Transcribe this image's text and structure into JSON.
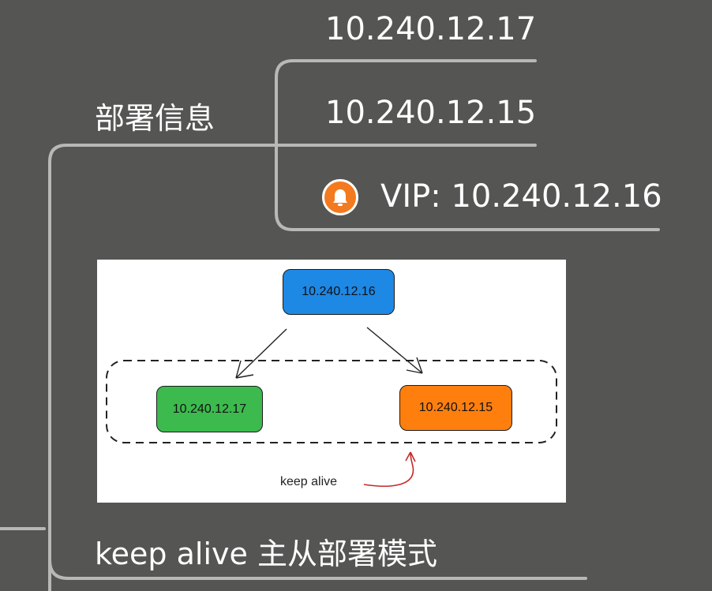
{
  "topic": {
    "label": "部署信息",
    "children": [
      {
        "text": "10.240.12.17"
      },
      {
        "text": "10.240.12.15"
      },
      {
        "text": "VIP: 10.240.12.16",
        "icon": "bell-icon",
        "icon_color": "#f47a20"
      }
    ]
  },
  "image": {
    "vip_node": "10.240.12.16",
    "master_node": "10.240.12.17",
    "backup_node": "10.240.12.15",
    "annotation": "keep alive",
    "colors": {
      "vip": "#1e88e5",
      "master": "#3cba4e",
      "backup": "#ff7f0e",
      "annotation_arrow": "#c62828"
    }
  },
  "bottom_topic": {
    "label": "keep alive 主从部署模式"
  },
  "colors": {
    "background": "#555553",
    "branch": "#b8b8b6",
    "text": "#ffffff"
  }
}
